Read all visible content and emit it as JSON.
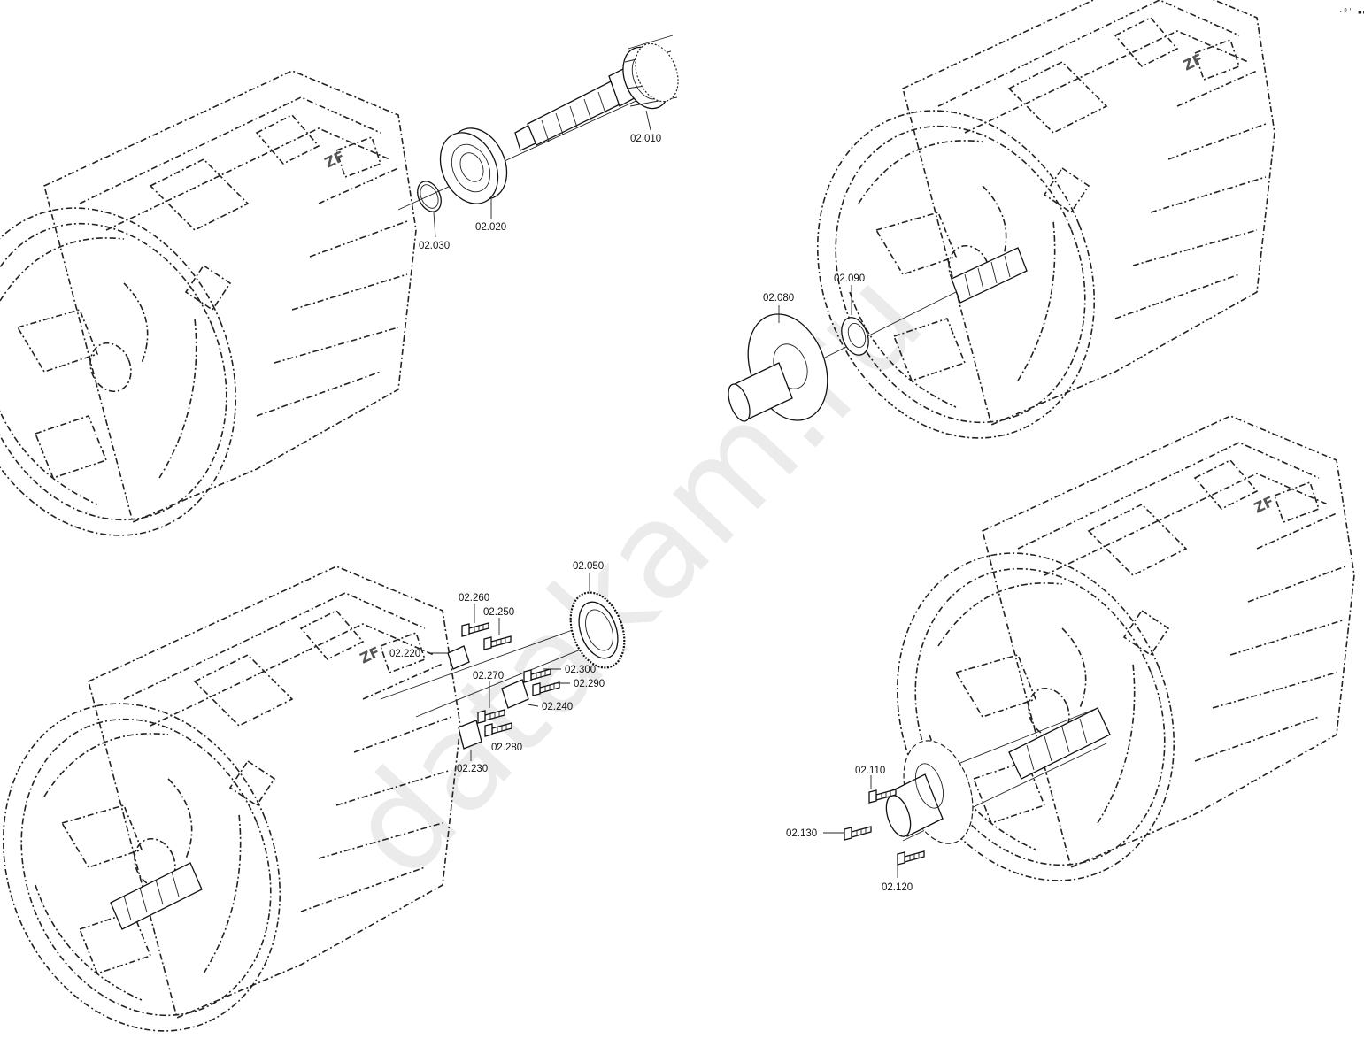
{
  "watermark": "datakam.ru",
  "corner_mark": "·⁰ˈ ▪▪▪",
  "casing_text": "ZF",
  "callouts": {
    "c02010": "02.010",
    "c02020": "02.020",
    "c02030": "02.030",
    "c02080": "02.080",
    "c02090": "02.090",
    "c02050": "02.050",
    "c02260": "02.260",
    "c02250": "02.250",
    "c02220": "02.220",
    "c02270": "02.270",
    "c02300": "02.300",
    "c02290": "02.290",
    "c02240": "02.240",
    "c02280": "02.280",
    "c02230": "02.230",
    "c02110": "02.110",
    "c02130": "02.130",
    "c02120": "02.120"
  }
}
